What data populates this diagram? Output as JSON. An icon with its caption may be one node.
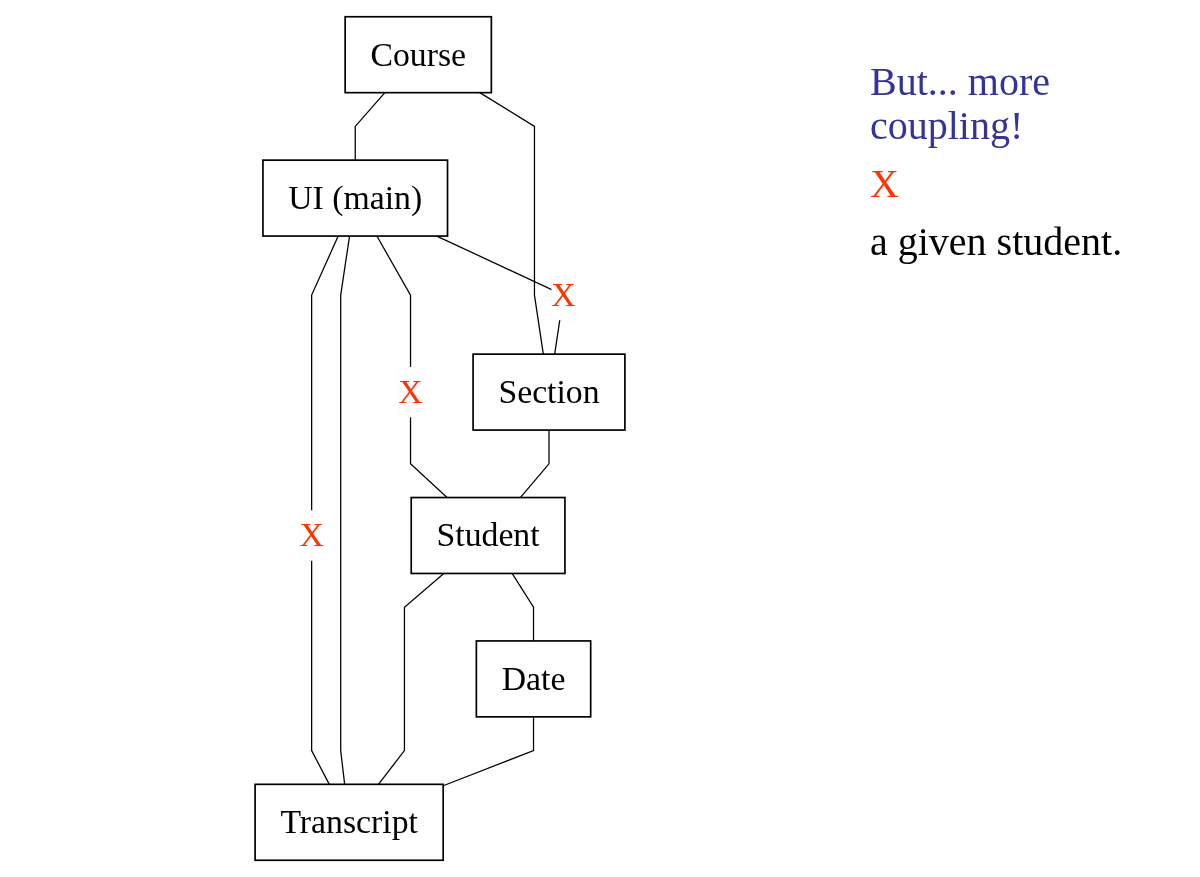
{
  "diagram": {
    "nodes": [
      {
        "text": [
          "Course"
        ]
      },
      {
        "text": [
          "UI (main)"
        ]
      },
      {
        "text": [
          "Section"
        ]
      },
      {
        "text": [
          "Student"
        ]
      },
      {
        "text": [
          "Transcript"
        ]
      },
      {
        "text": [
          "Date"
        ]
      }
    ],
    "edges": [
      {
        "from": 0,
        "to": 1,
        "arrow": "none"
      },
      {
        "from": 0,
        "to": 2,
        "arrow": "none"
      },
      {
        "from": 1,
        "to": 2,
        "arrow": "none",
        "label": "X"
      },
      {
        "from": 1,
        "to": 3,
        "arrow": "none",
        "label": "X"
      },
      {
        "from": 1,
        "to": 4,
        "arrow": "none",
        "label": "X"
      },
      {
        "from": 1,
        "to": 4,
        "arrow": "none"
      },
      {
        "from": 2,
        "to": 3,
        "arrow": "none"
      },
      {
        "from": 3,
        "to": 4,
        "arrow": "none"
      },
      {
        "from": 3,
        "to": 5,
        "arrow": "none"
      },
      {
        "from": 5,
        "to": 4,
        "arrow": "none"
      }
    ],
    "labels": [
      "But... more coupling!",
      "X",
      "a given student."
    ]
  }
}
